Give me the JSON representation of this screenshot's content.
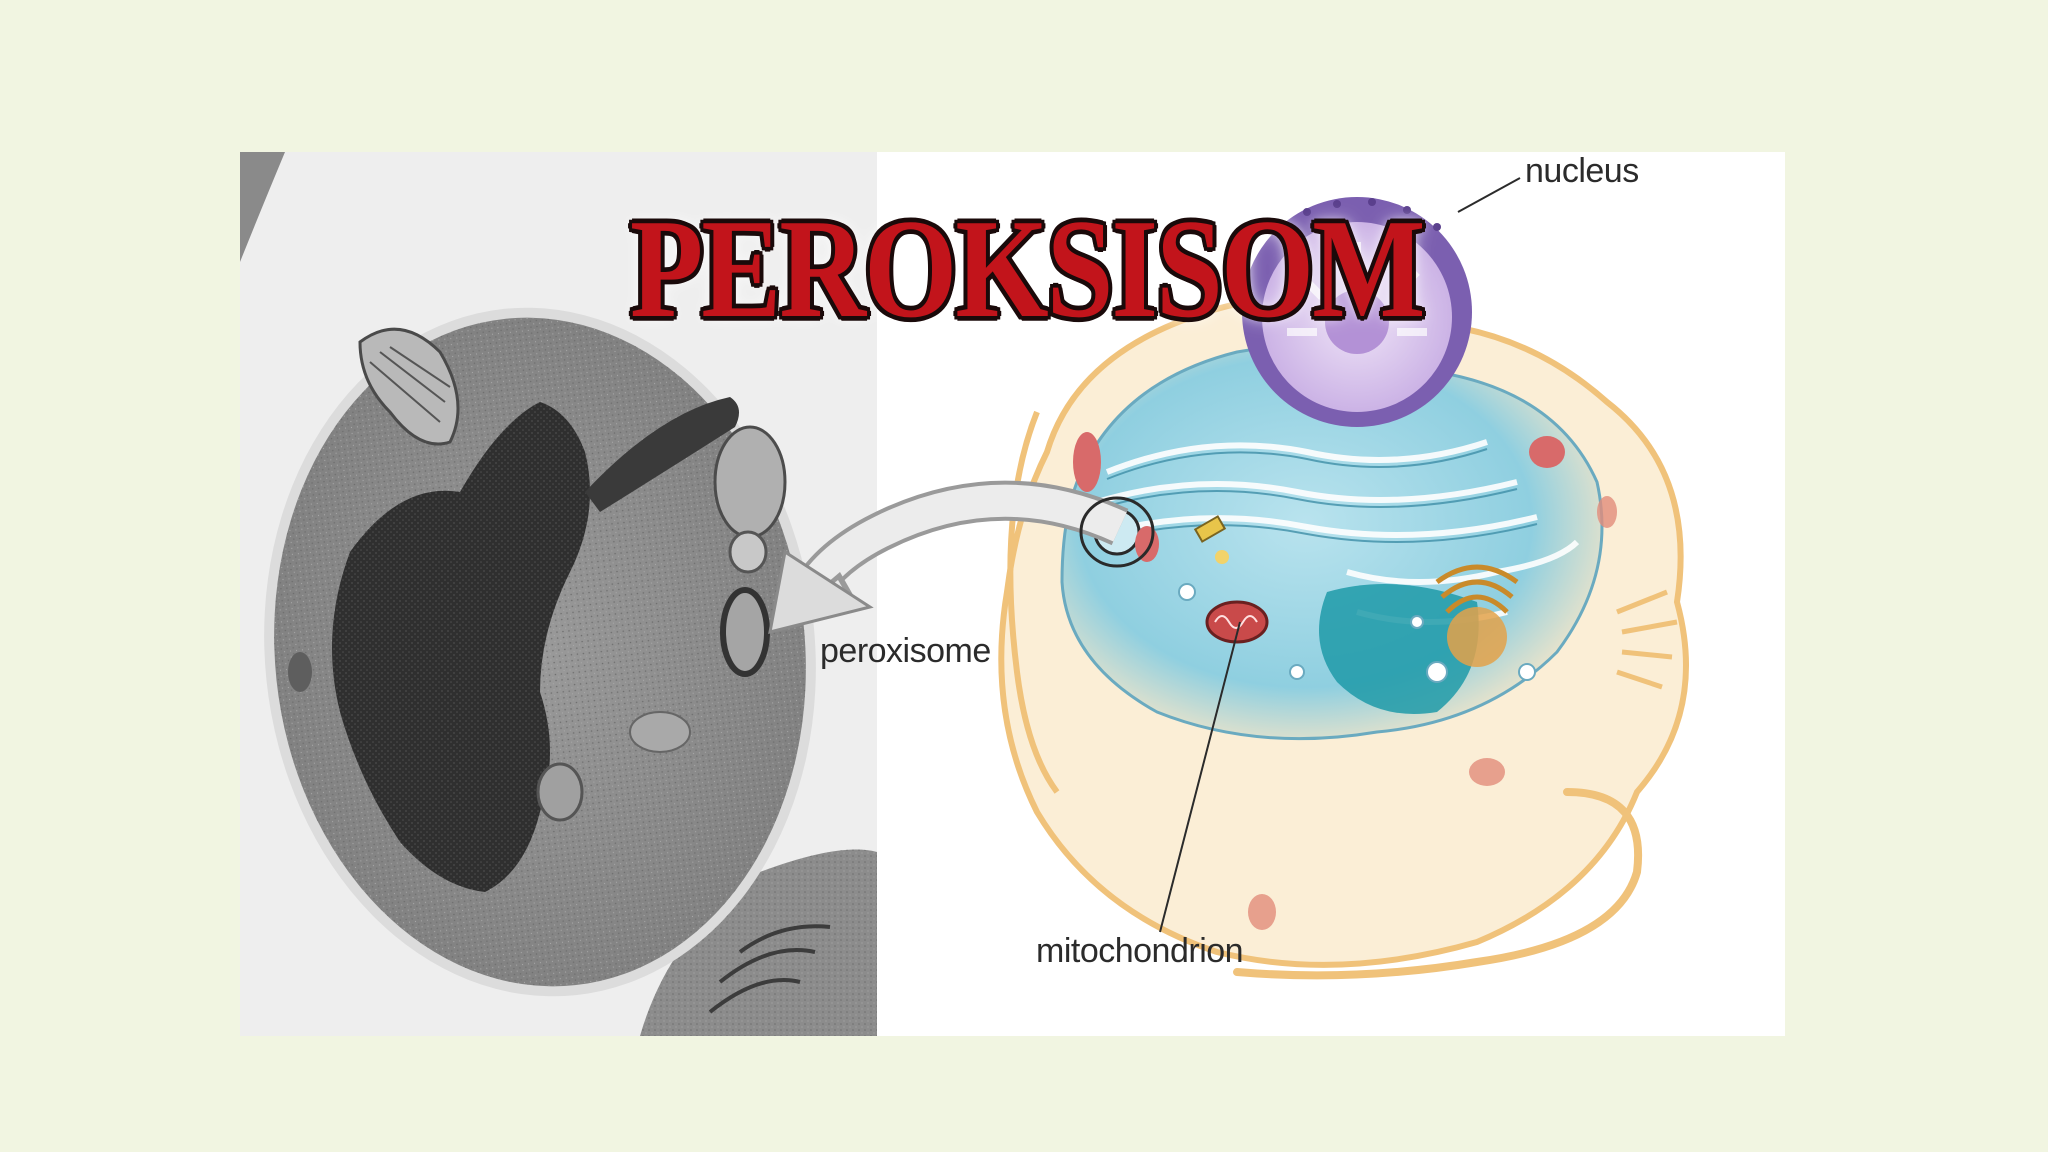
{
  "title": "PEROKSISOM",
  "labels": {
    "nucleus": "nucleus",
    "peroxisome": "peroxisome",
    "mitochondrion": "mitochondrion"
  },
  "colors": {
    "background": "#f1f5e1",
    "title_fill": "#c2141b",
    "title_outline": "#1a0a0a",
    "cytoplasm": "#8fd0e0",
    "nucleus_envelope": "#7b5fb0",
    "nucleus_inner": "#dcc8ee",
    "mitochondria": "#d86a6a",
    "membrane": "#f0c27a"
  },
  "icons": {
    "arrow": "curved-arrow-icon",
    "highlight": "circle-highlight-icon"
  }
}
